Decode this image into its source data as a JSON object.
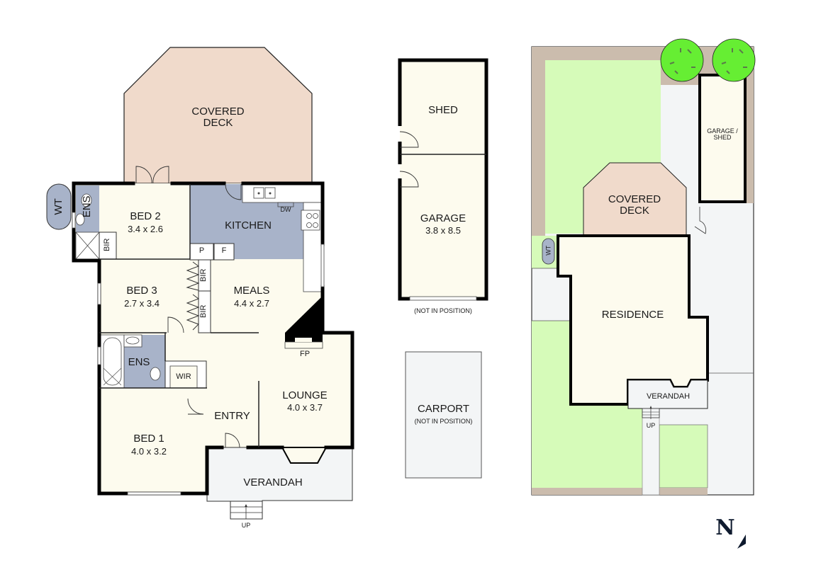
{
  "colors": {
    "interior": "#fdfbee",
    "wet_area": "#a8b3c9",
    "deck": "#f0dacb",
    "verandah": "#f3f5f6",
    "lawn": "#d6fbb9",
    "garden_bed": "#cbbcad",
    "tree": "#66ee33",
    "wall": "#000000"
  },
  "floor_plan": {
    "rooms": [
      {
        "id": "covered-deck",
        "name": "COVERED\nDECK"
      },
      {
        "id": "ens-1",
        "name": "ENS"
      },
      {
        "id": "wt-1",
        "name": "WT"
      },
      {
        "id": "bed2",
        "name": "BED 2",
        "dims": "3.4 x 2.6"
      },
      {
        "id": "bir-1",
        "name": "BIR"
      },
      {
        "id": "kitchen",
        "name": "KITCHEN"
      },
      {
        "id": "dw",
        "name": "DW"
      },
      {
        "id": "pantry",
        "name": "P"
      },
      {
        "id": "fridge",
        "name": "F"
      },
      {
        "id": "bed3",
        "name": "BED 3",
        "dims": "2.7 x 3.4"
      },
      {
        "id": "bir-2",
        "name": "BIR"
      },
      {
        "id": "bir-3",
        "name": "BIR"
      },
      {
        "id": "meals",
        "name": "MEALS",
        "dims": "4.4 x 2.7"
      },
      {
        "id": "fp",
        "name": "FP"
      },
      {
        "id": "ens-2",
        "name": "ENS"
      },
      {
        "id": "wir",
        "name": "WIR"
      },
      {
        "id": "lounge",
        "name": "LOUNGE",
        "dims": "4.0 x 3.7"
      },
      {
        "id": "entry",
        "name": "ENTRY"
      },
      {
        "id": "bed1",
        "name": "BED 1",
        "dims": "4.0 x 3.2"
      },
      {
        "id": "verandah",
        "name": "VERANDAH"
      },
      {
        "id": "up",
        "name": "UP"
      }
    ]
  },
  "outbuildings": {
    "shed": {
      "name": "SHED"
    },
    "garage": {
      "name": "GARAGE",
      "dims": "3.8 x 8.5",
      "note": "(NOT IN POSITION)"
    },
    "carport": {
      "name": "CARPORT",
      "note": "(NOT IN POSITION)"
    }
  },
  "site_plan": {
    "garage_shed": "GARAGE /\nSHED",
    "covered_deck": "COVERED\nDECK",
    "wt": "WT",
    "residence": "RESIDENCE",
    "verandah": "VERANDAH",
    "up": "UP"
  },
  "compass": {
    "label": "N"
  }
}
